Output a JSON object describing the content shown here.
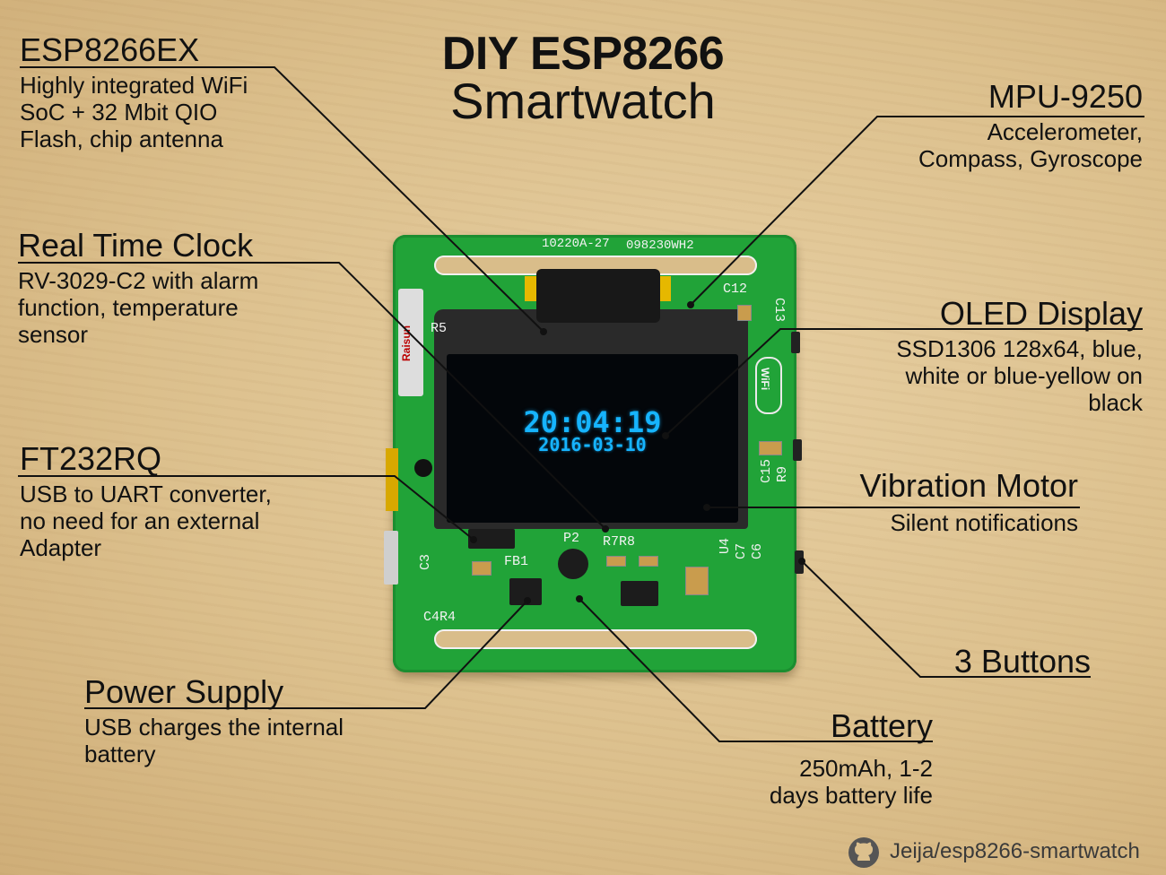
{
  "title": {
    "line1": "DIY ESP8266",
    "line2": "Smartwatch"
  },
  "callouts": {
    "esp": {
      "heading": "ESP8266EX",
      "lines": [
        "Highly integrated WiFi",
        "SoC + 32 Mbit QIO",
        "Flash, chip antenna"
      ]
    },
    "rtc": {
      "heading": "Real Time Clock",
      "lines": [
        "RV-3029-C2 with alarm",
        "function, temperature",
        "sensor"
      ]
    },
    "ft232": {
      "heading": "FT232RQ",
      "lines": [
        "USB to UART converter,",
        "no need for an external",
        "Adapter"
      ]
    },
    "power": {
      "heading": "Power Supply",
      "lines": [
        "USB charges the internal",
        "battery"
      ]
    },
    "mpu": {
      "heading": "MPU-9250",
      "lines": [
        "Accelerometer,",
        "Compass, Gyroscope"
      ]
    },
    "oled": {
      "heading": "OLED Display",
      "lines": [
        "SSD1306 128x64, blue,",
        "white or blue-yellow on",
        "black"
      ]
    },
    "motor": {
      "heading": "Vibration Motor",
      "lines": [
        "Silent notifications"
      ]
    },
    "buttons": {
      "heading": "3 Buttons",
      "lines": []
    },
    "battery": {
      "heading": "Battery",
      "lines": [
        "250mAh, 1-2",
        "days battery life"
      ]
    }
  },
  "display": {
    "time": "20:04:19",
    "date": "2016-03-10"
  },
  "silkscreen": {
    "top_code": "10220A-27",
    "top_code2": "098230WH2",
    "c12": "C12",
    "c13": "C13",
    "r5": "R5",
    "c15": "C15",
    "r9": "R9",
    "p2": "P2",
    "r7r8": "R7R8",
    "fb1": "FB1",
    "c3": "C3",
    "c4r4": "C4R4",
    "u4": "U4",
    "c7": "C7",
    "c6": "C6",
    "rsun": "Raisun",
    "wifi": "WiFi"
  },
  "footer": {
    "text": "Jeija/esp8266-smartwatch",
    "icon": "github-icon"
  },
  "colors": {
    "pcb": "#21a338",
    "oled_text": "#16b4ff",
    "background": "#dcc08d"
  }
}
